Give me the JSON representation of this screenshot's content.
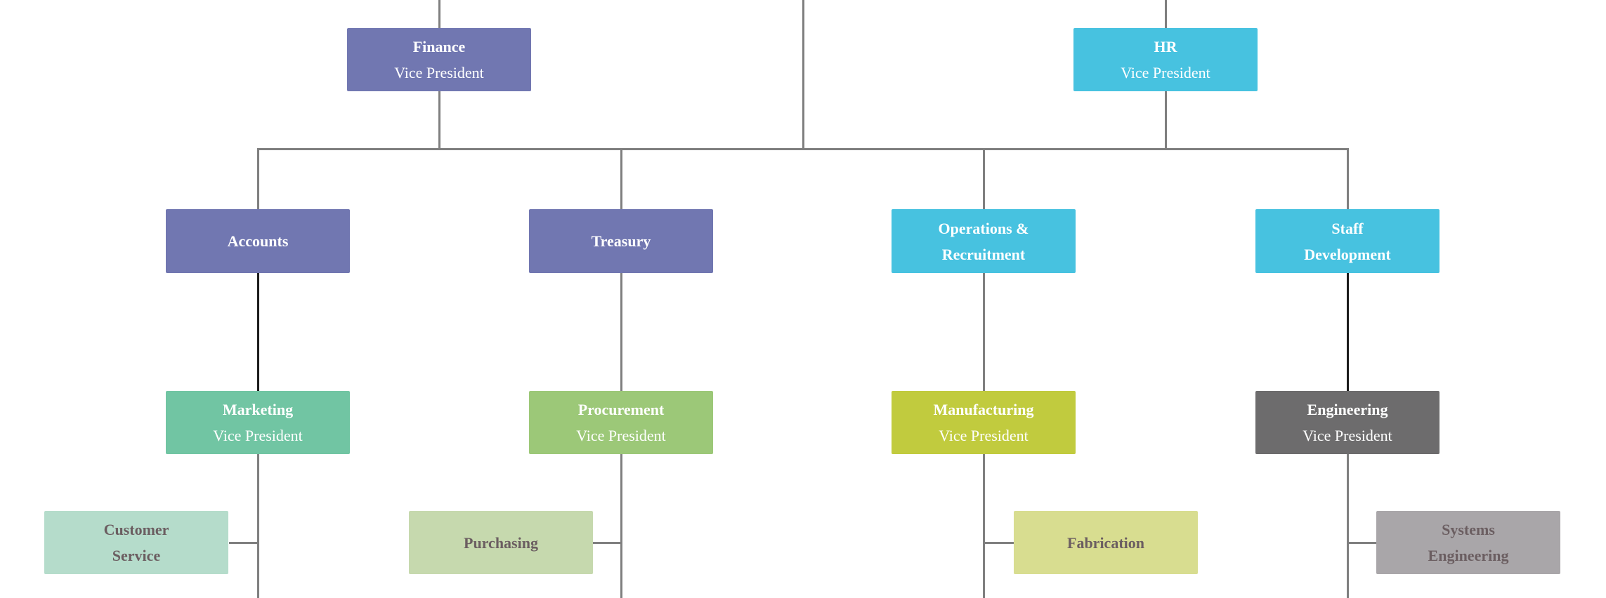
{
  "diagram": {
    "type": "org-chart",
    "palette": {
      "background": "#ffffff",
      "connector": "#7f7f7f",
      "connector_emphasis": "#1c1c1c"
    },
    "nodes": {
      "finance": {
        "lines": [
          "Finance"
        ],
        "subtitle": "Vice President",
        "fill": "#7177b1",
        "text_color": "#ffffff"
      },
      "hr": {
        "lines": [
          "HR"
        ],
        "subtitle": "Vice President",
        "fill": "#47c2e0",
        "text_color": "#ffffff"
      },
      "accounts": {
        "lines": [
          "Accounts"
        ],
        "fill": "#7177b1",
        "text_color": "#ffffff"
      },
      "treasury": {
        "lines": [
          "Treasury"
        ],
        "fill": "#7177b1",
        "text_color": "#ffffff"
      },
      "operations_recruitment": {
        "lines": [
          "Operations &",
          "Recruitment"
        ],
        "fill": "#47c2e0",
        "text_color": "#ffffff"
      },
      "staff_development": {
        "lines": [
          "Staff",
          "Development"
        ],
        "fill": "#47c2e0",
        "text_color": "#ffffff"
      },
      "marketing": {
        "lines": [
          "Marketing"
        ],
        "subtitle": "Vice President",
        "fill": "#71c5a3",
        "text_color": "#ffffff"
      },
      "procurement": {
        "lines": [
          "Procurement"
        ],
        "subtitle": "Vice President",
        "fill": "#9cc878",
        "text_color": "#ffffff"
      },
      "manufacturing": {
        "lines": [
          "Manufacturing"
        ],
        "subtitle": "Vice President",
        "fill": "#c1cb3e",
        "text_color": "#ffffff"
      },
      "engineering": {
        "lines": [
          "Engineering"
        ],
        "subtitle": "Vice President",
        "fill": "#6d6c6d",
        "text_color": "#ffffff"
      },
      "customer_service": {
        "lines": [
          "Customer",
          "Service"
        ],
        "fill": "#b5dccb",
        "text_color": "#6b5e61"
      },
      "purchasing": {
        "lines": [
          "Purchasing"
        ],
        "fill": "#c6d9ae",
        "text_color": "#6b5e61"
      },
      "fabrication": {
        "lines": [
          "Fabrication"
        ],
        "fill": "#d8dd90",
        "text_color": "#6b5e61"
      },
      "systems_engineering": {
        "lines": [
          "Systems",
          "Engineering"
        ],
        "fill": "#a9a6a9",
        "text_color": "#6b5e61"
      }
    },
    "edges": [
      {
        "from": "top-offscreen",
        "to": "finance"
      },
      {
        "from": "top-offscreen",
        "to": "hr"
      },
      {
        "from": "top-offscreen",
        "to": "tier2-rail"
      },
      {
        "from": "tier2-rail",
        "to": "accounts"
      },
      {
        "from": "tier2-rail",
        "to": "treasury"
      },
      {
        "from": "tier2-rail",
        "to": "operations_recruitment"
      },
      {
        "from": "tier2-rail",
        "to": "staff_development"
      },
      {
        "from": "accounts",
        "to": "marketing",
        "emphasis": true
      },
      {
        "from": "treasury",
        "to": "procurement"
      },
      {
        "from": "operations_recruitment",
        "to": "manufacturing"
      },
      {
        "from": "staff_development",
        "to": "engineering",
        "emphasis": true
      },
      {
        "from": "marketing",
        "to": "customer_service"
      },
      {
        "from": "procurement",
        "to": "purchasing"
      },
      {
        "from": "manufacturing",
        "to": "fabrication"
      },
      {
        "from": "engineering",
        "to": "systems_engineering"
      },
      {
        "from": "marketing",
        "to": "bottom-offscreen"
      },
      {
        "from": "procurement",
        "to": "bottom-offscreen"
      },
      {
        "from": "manufacturing",
        "to": "bottom-offscreen"
      },
      {
        "from": "engineering",
        "to": "bottom-offscreen"
      }
    ]
  }
}
